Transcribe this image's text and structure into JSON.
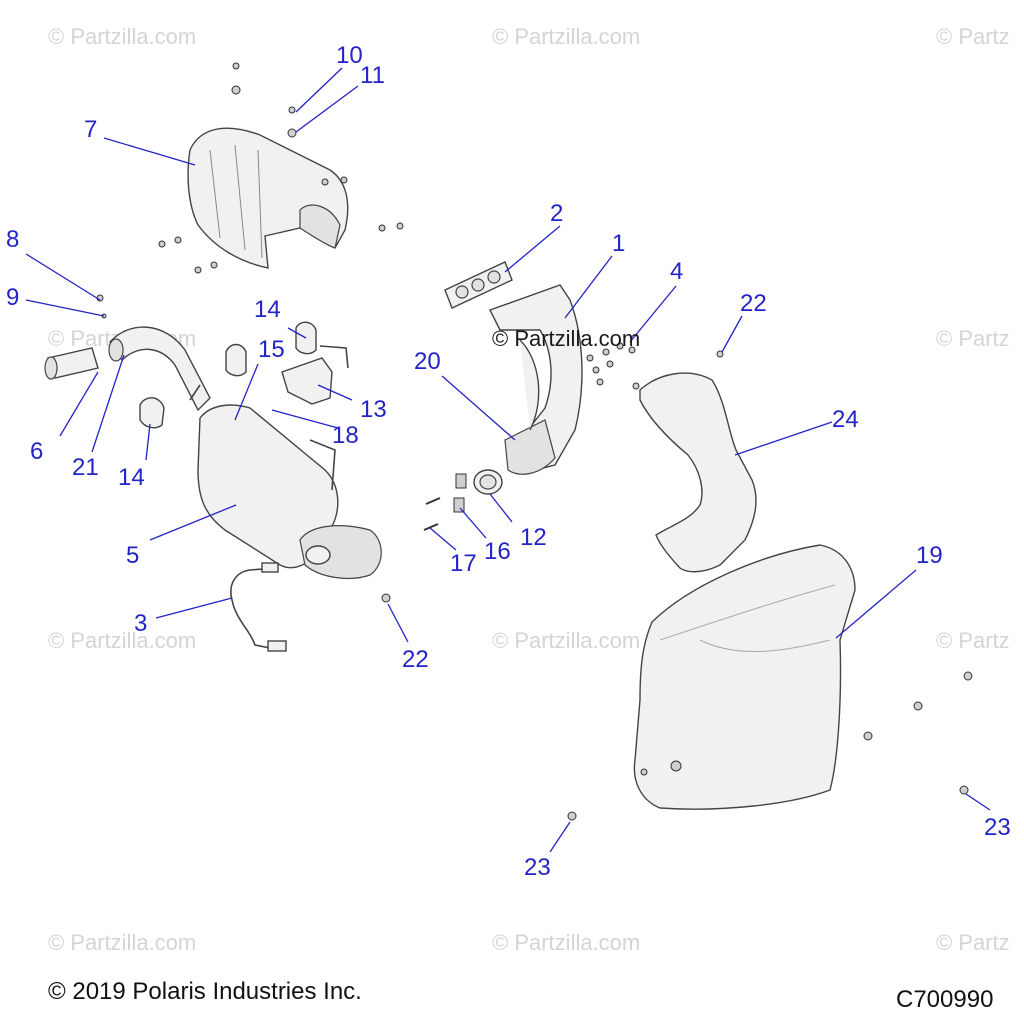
{
  "watermark_text": "© Partzilla.com",
  "watermark_partial": "© Partz",
  "center_watermark": "© Partzilla.com",
  "callouts": {
    "c1": "1",
    "c2": "2",
    "c3": "3",
    "c4": "4",
    "c5": "5",
    "c6": "6",
    "c7": "7",
    "c8": "8",
    "c9": "9",
    "c10": "10",
    "c11": "11",
    "c12": "12",
    "c13": "13",
    "c14a": "14",
    "c14b": "14",
    "c15": "15",
    "c16": "16",
    "c17": "17",
    "c18": "18",
    "c19": "19",
    "c20": "20",
    "c21": "21",
    "c22a": "22",
    "c22b": "22",
    "c23a": "23",
    "c23b": "23",
    "c24": "24"
  },
  "footer": {
    "copyright": "© 2019 Polaris Industries Inc.",
    "diagram_id": "C700990"
  },
  "colors": {
    "callout": "#2323c8",
    "watermark": "#d4d4d4",
    "line_art": "#444444"
  }
}
